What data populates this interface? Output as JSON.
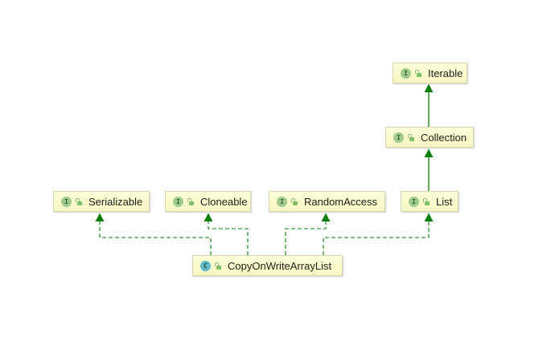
{
  "diagram": {
    "type": "uml-class-hierarchy",
    "colors": {
      "edge": "#0b7f0b",
      "node_fill": "#f8f8c8",
      "node_border": "#d6d6b0",
      "interface_badge": "#9fcb8c",
      "class_badge": "#62b8c6"
    },
    "nodes": [
      {
        "id": "iterable",
        "kind": "interface",
        "badge": "I",
        "label": "Iterable"
      },
      {
        "id": "collection",
        "kind": "interface",
        "badge": "I",
        "label": "Collection"
      },
      {
        "id": "serializable",
        "kind": "interface",
        "badge": "I",
        "label": "Serializable"
      },
      {
        "id": "cloneable",
        "kind": "interface",
        "badge": "I",
        "label": "Cloneable"
      },
      {
        "id": "randomaccess",
        "kind": "interface",
        "badge": "I",
        "label": "RandomAccess"
      },
      {
        "id": "list",
        "kind": "interface",
        "badge": "I",
        "label": "List"
      },
      {
        "id": "copyonwritearraylist",
        "kind": "class",
        "badge": "C",
        "label": "CopyOnWriteArrayList"
      }
    ],
    "edges": [
      {
        "from": "collection",
        "to": "iterable",
        "style": "solid",
        "relation": "extends"
      },
      {
        "from": "list",
        "to": "collection",
        "style": "solid",
        "relation": "extends"
      },
      {
        "from": "copyonwritearraylist",
        "to": "serializable",
        "style": "dashed",
        "relation": "implements"
      },
      {
        "from": "copyonwritearraylist",
        "to": "cloneable",
        "style": "dashed",
        "relation": "implements"
      },
      {
        "from": "copyonwritearraylist",
        "to": "randomaccess",
        "style": "dashed",
        "relation": "implements"
      },
      {
        "from": "copyonwritearraylist",
        "to": "list",
        "style": "dashed",
        "relation": "implements"
      }
    ]
  }
}
